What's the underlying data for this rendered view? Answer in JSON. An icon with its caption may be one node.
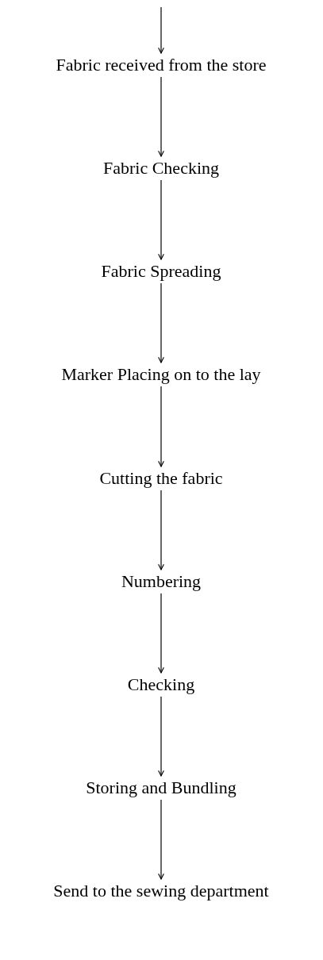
{
  "diagram": {
    "nodes": [
      {
        "text": [
          "Fabric received from the store"
        ]
      },
      {
        "text": [
          "Fabric Checking"
        ]
      },
      {
        "text": [
          "Fabric Spreading"
        ]
      },
      {
        "text": [
          "Marker Placing on to the lay"
        ]
      },
      {
        "text": [
          "Cutting the fabric"
        ]
      },
      {
        "text": [
          "Numbering"
        ]
      },
      {
        "text": [
          "Checking"
        ]
      },
      {
        "text": [
          "Storing and Bundling"
        ]
      },
      {
        "text": [
          "Send to the sewing department"
        ]
      }
    ],
    "edges": [
      {
        "from": null,
        "to": 0,
        "arrow": "to"
      },
      {
        "from": 0,
        "to": 1,
        "arrow": "to"
      },
      {
        "from": 1,
        "to": 2,
        "arrow": "to"
      },
      {
        "from": 2,
        "to": 3,
        "arrow": "to"
      },
      {
        "from": 3,
        "to": 4,
        "arrow": "to"
      },
      {
        "from": 4,
        "to": 5,
        "arrow": "to"
      },
      {
        "from": 5,
        "to": 6,
        "arrow": "to"
      },
      {
        "from": 6,
        "to": 7,
        "arrow": "to"
      },
      {
        "from": 7,
        "to": 8,
        "arrow": "to"
      }
    ]
  }
}
